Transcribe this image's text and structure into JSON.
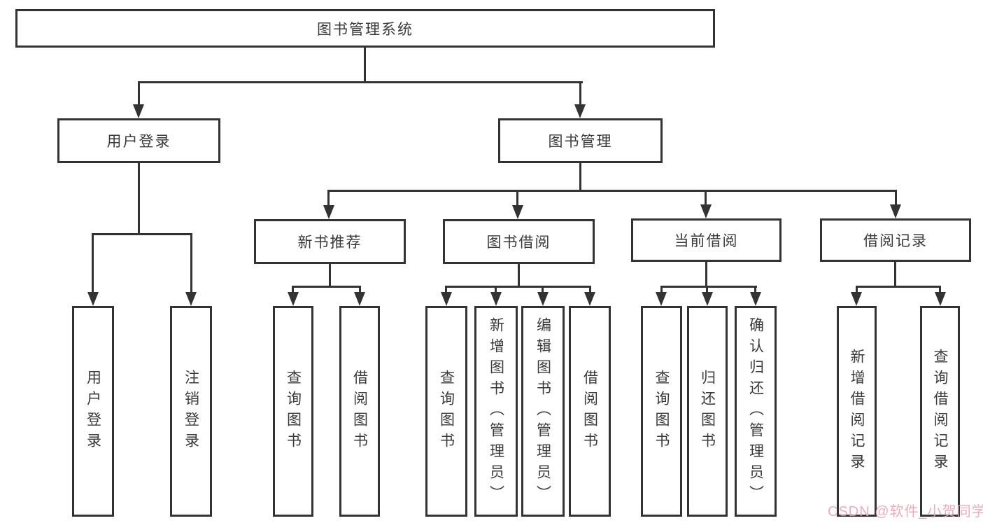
{
  "diagram": {
    "type": "hierarchy-tree",
    "title": "图书管理系统",
    "structure": {
      "图书管理系统": {
        "用户登录": [
          "用户登录",
          "注销登录"
        ],
        "图书管理": {
          "新书推荐": [
            "查询图书",
            "借阅图书"
          ],
          "图书借阅": [
            "查询图书",
            "新增图书（管理员）",
            "编辑图书（管理员）",
            "借阅图书"
          ],
          "当前借阅": [
            "查询图书",
            "归还图书",
            "确认归还（管理员）"
          ],
          "借阅记录": [
            "新增借阅记录",
            "查询借阅记录"
          ]
        }
      }
    }
  },
  "nodes": {
    "root": {
      "label": "图书管理系统"
    },
    "user_login": {
      "label": "用户登录"
    },
    "book_mgmt": {
      "label": "图书管理"
    },
    "new_book_rec": {
      "label": "新书推荐"
    },
    "book_borrow": {
      "label": "图书借阅"
    },
    "current_borrow": {
      "label": "当前借阅"
    },
    "borrow_record": {
      "label": "借阅记录"
    },
    "leaf_user_login": {
      "label": "用户登录"
    },
    "leaf_logout": {
      "label": "注销登录"
    },
    "leaf_query_book_1": {
      "label": "查询图书"
    },
    "leaf_borrow_book_1": {
      "label": "借阅图书"
    },
    "leaf_query_book_2": {
      "label": "查询图书"
    },
    "leaf_add_book": {
      "label": "新增图书（管理员）"
    },
    "leaf_edit_book": {
      "label": "编辑图书（管理员）"
    },
    "leaf_borrow_book_2": {
      "label": "借阅图书"
    },
    "leaf_query_book_3": {
      "label": "查询图书"
    },
    "leaf_return_book": {
      "label": "归还图书"
    },
    "leaf_confirm_return": {
      "label": "确认归还（管理员）"
    },
    "leaf_add_record": {
      "label": "新增借阅记录"
    },
    "leaf_query_record": {
      "label": "查询借阅记录"
    }
  },
  "watermark": {
    "text": "CSDN @软件_小贺同学",
    "color": "#e9a6b2"
  },
  "colors": {
    "line": "#333333",
    "box_border": "#333333",
    "text": "#3a3a3a",
    "background": "#ffffff"
  }
}
